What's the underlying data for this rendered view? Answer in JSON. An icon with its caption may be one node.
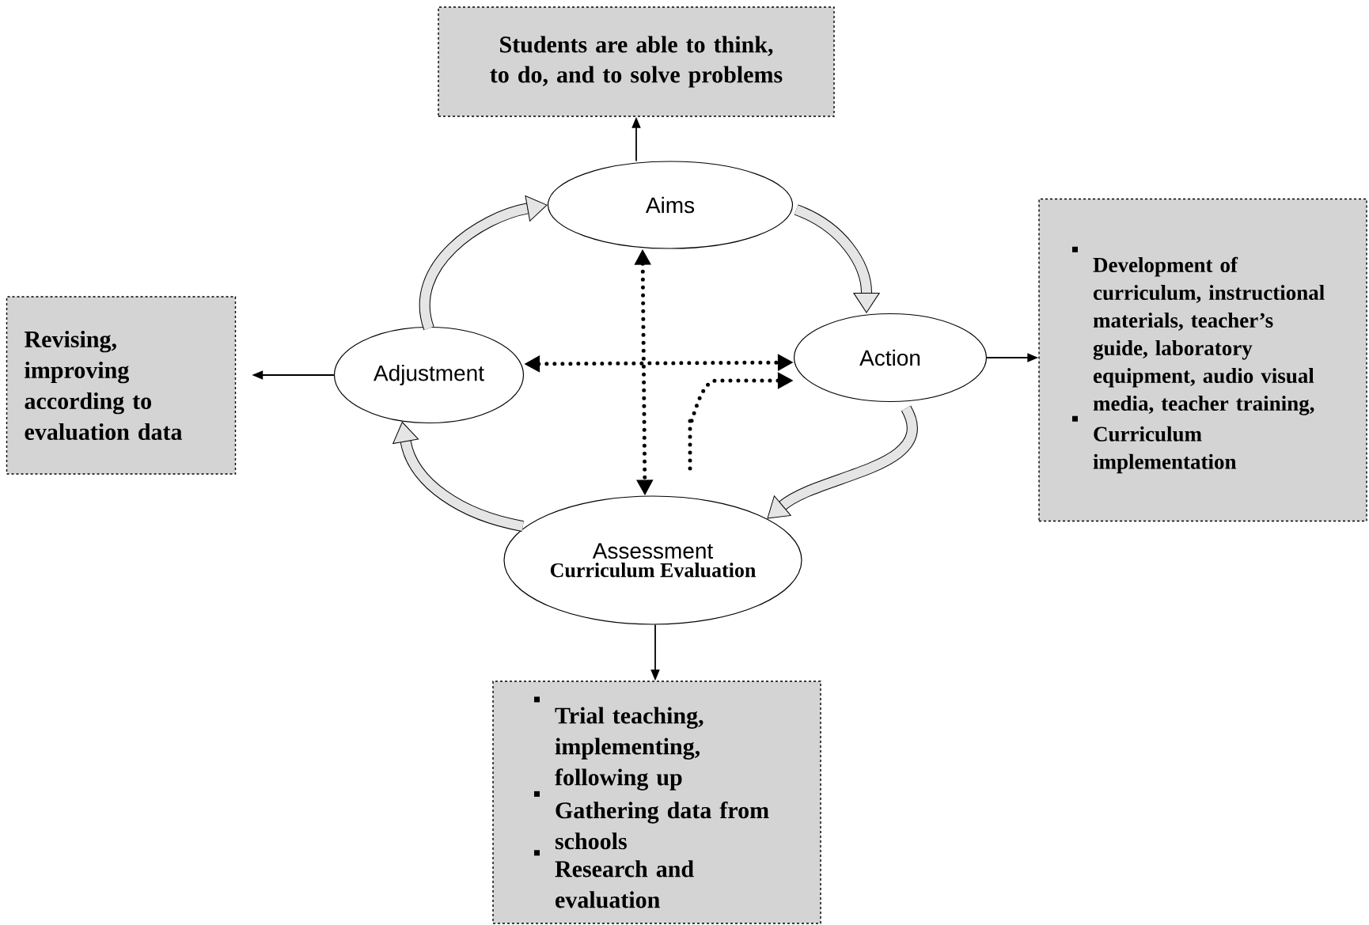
{
  "diagram": {
    "nodes": [
      {
        "text": [
          "Students are able to think, to do, and to solve problems"
        ]
      },
      {
        "text": [
          "Aims"
        ]
      },
      {
        "text": [
          "Adjustment"
        ]
      },
      {
        "text": [
          "Action"
        ]
      },
      {
        "text": [
          "Assessment",
          "Curriculum Evaluation"
        ]
      },
      {
        "text": [
          "Revising, improving according to evaluation data"
        ]
      },
      {
        "text": [
          "Development of curriculum, instructional materials, teacher’s guide, laboratory equipment, audio visual media, teacher training,",
          "Curriculum implementation"
        ]
      },
      {
        "text": [
          "Trial teaching, implementing, following up",
          "Gathering data from schools",
          "Research and evaluation"
        ]
      }
    ],
    "edges": [
      {
        "from": 1,
        "to": 0,
        "arrow": "to"
      },
      {
        "from": 2,
        "to": 5,
        "arrow": "to"
      },
      {
        "from": 3,
        "to": 6,
        "arrow": "to"
      },
      {
        "from": 4,
        "to": 7,
        "arrow": "to"
      },
      {
        "from": 1,
        "to": 3,
        "arrow": "to",
        "style": "thick"
      },
      {
        "from": 3,
        "to": 4,
        "arrow": "to",
        "style": "thick"
      },
      {
        "from": 4,
        "to": 2,
        "arrow": "to",
        "style": "thick"
      },
      {
        "from": 2,
        "to": 1,
        "arrow": "to",
        "style": "thick"
      },
      {
        "from": 1,
        "to": 4,
        "arrow": "both",
        "style": "dashed"
      },
      {
        "from": 2,
        "to": 3,
        "arrow": "both",
        "style": "dashed"
      },
      {
        "from": null,
        "to": 3,
        "arrow": "to",
        "style": "dashed"
      }
    ]
  }
}
